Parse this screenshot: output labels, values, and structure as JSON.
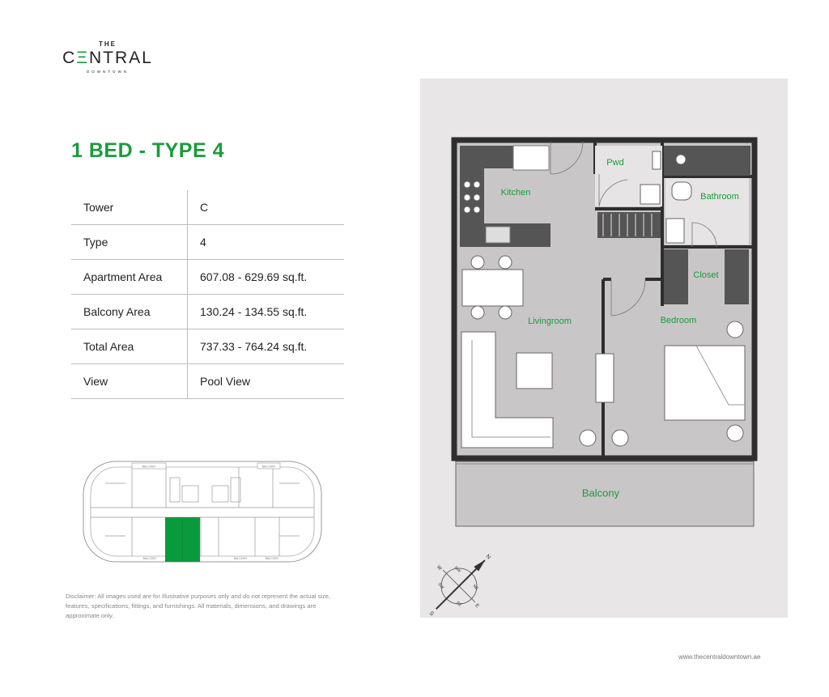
{
  "logo": {
    "line1": "THE",
    "line2_pre": "C",
    "line2_e": "Ξ",
    "line2_post": "NTRAL",
    "line3": "DOWNTOWN"
  },
  "title": "1 BED - TYPE 4",
  "specs": [
    {
      "label": "Tower",
      "value": "C"
    },
    {
      "label": "Type",
      "value": "4"
    },
    {
      "label": "Apartment Area",
      "value": "607.08  - 629.69 sq.ft."
    },
    {
      "label": "Balcony Area",
      "value": "130.24 - 134.55 sq.ft."
    },
    {
      "label": "Total Area",
      "value": "737.33 - 764.24 sq.ft."
    },
    {
      "label": "View",
      "value": "Pool View"
    }
  ],
  "keyplan": {
    "balcony_label": "BALCONY",
    "highlight_color": "#0a9a3e"
  },
  "disclaimer": "Disclaimer: All images used are for illustrative purposes only and do not represent the actual size, features, specifications, fittings, and furnishings. All materials, dimensions, and drawings are approximate only.",
  "rooms": {
    "pwd": "Pwd",
    "kitchen": "Kitchen",
    "bathroom": "Bathroom",
    "closet": "Closet",
    "livingroom": "Livingroom",
    "bedroom": "Bedroom",
    "balcony": "Balcony"
  },
  "compass": {
    "n": "N",
    "s": "S",
    "e": "E",
    "w": "W",
    "ne": "NE",
    "nw": "NW",
    "se": "SE",
    "sw": "SW"
  },
  "website": "www.thecentraldowntown.ae",
  "colors": {
    "accent": "#1a9b3c",
    "panel": "#e8e6e6",
    "floor": "#c9c6c7",
    "wall": "#2e2e2e"
  }
}
